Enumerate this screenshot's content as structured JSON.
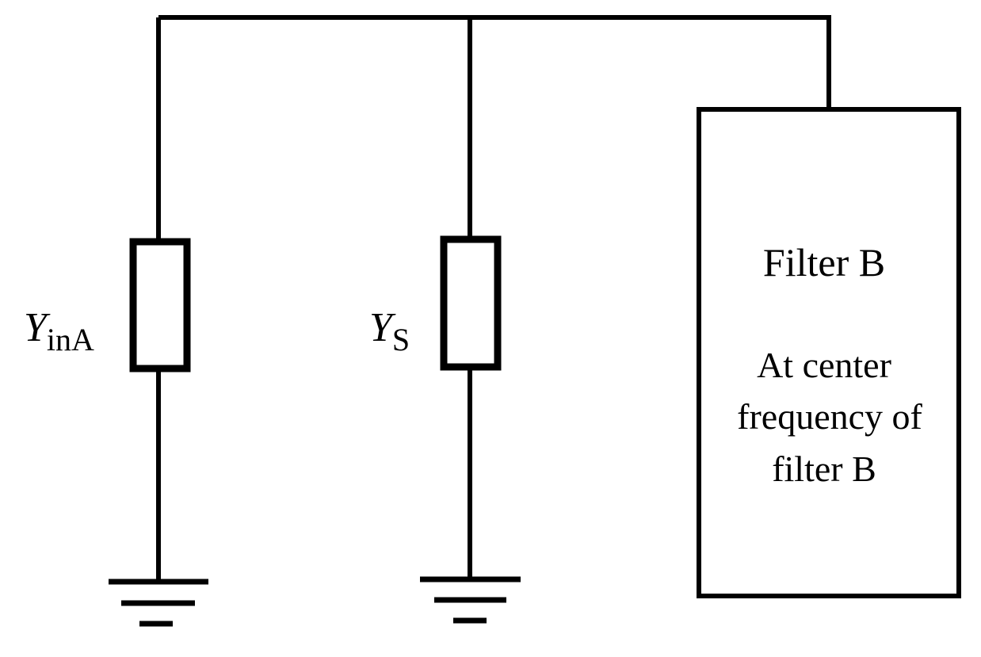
{
  "labels": {
    "y_in_a_main": "Y",
    "y_in_a_sub": "inA",
    "y_s_main": "Y",
    "y_s_sub": "S"
  },
  "filter_box": {
    "title": "Filter B",
    "line1": "At center",
    "line2": "frequency of",
    "line3": "filter B"
  },
  "colors": {
    "stroke": "#000000",
    "background": "#ffffff"
  }
}
